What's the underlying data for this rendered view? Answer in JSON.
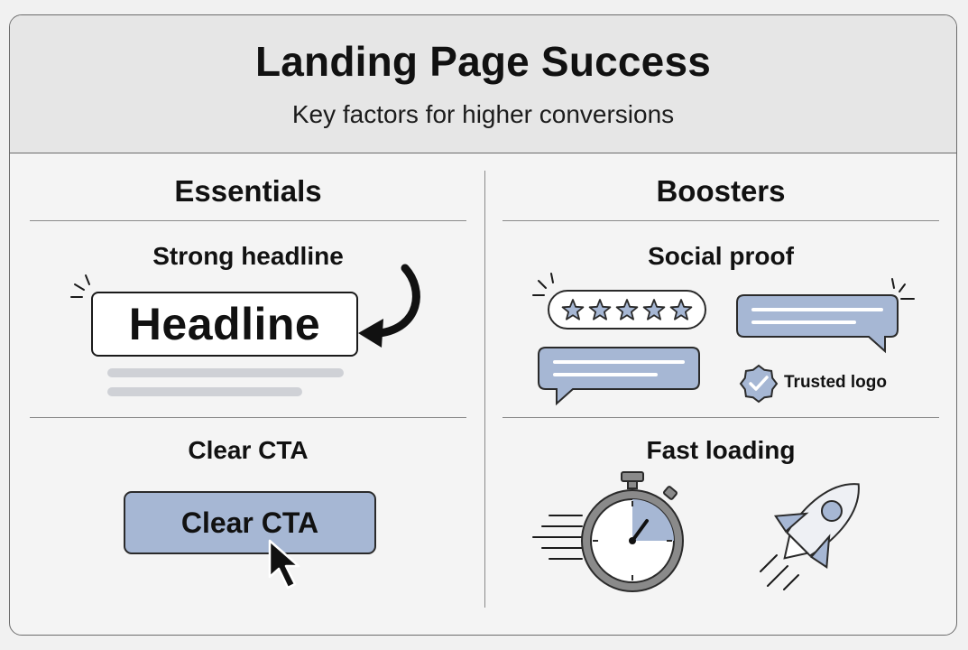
{
  "header": {
    "title": "Landing Page Success",
    "subtitle": "Key factors for higher conversions"
  },
  "columns": [
    {
      "title": "Essentials",
      "sections": [
        {
          "title": "Strong headline",
          "sample_text": "Headline"
        },
        {
          "title": "Clear CTA",
          "button_label": "Clear CTA"
        }
      ]
    },
    {
      "title": "Boosters",
      "sections": [
        {
          "title": "Social proof",
          "rating_stars": 5,
          "trusted_label": "Trusted logo"
        },
        {
          "title": "Fast loading"
        }
      ]
    }
  ],
  "icons": [
    "curved-arrow-icon",
    "star-icon",
    "chat-bubble-icon",
    "verified-badge-icon",
    "stopwatch-icon",
    "rocket-icon",
    "mouse-cursor-icon",
    "speed-lines-icon",
    "sparkle-icon"
  ],
  "colors": {
    "accent_blue": "#a6b7d4",
    "header_bg": "#e6e6e6",
    "text": "#111111",
    "placeholder_bar": "#cfd1d6"
  }
}
